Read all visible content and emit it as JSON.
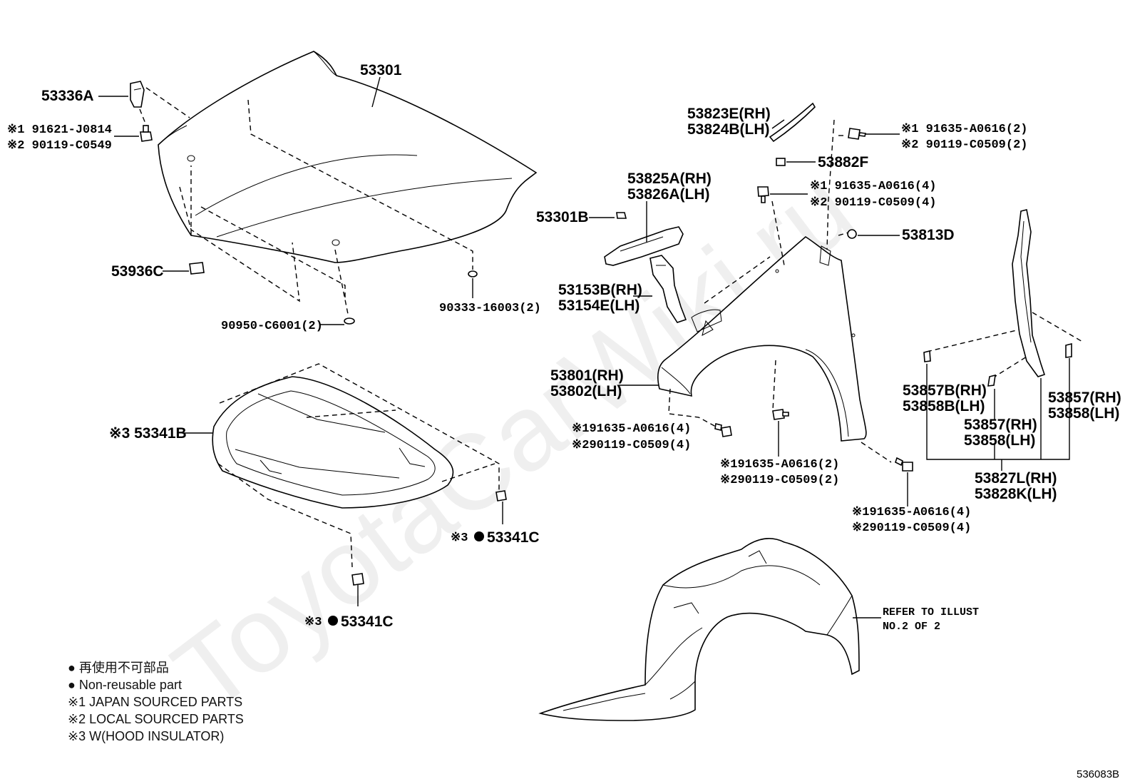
{
  "watermark": "ToyotaCarWiki.ru",
  "diagram_code": "536083B",
  "labels": {
    "hood": "53301",
    "hood_hinge": "53336A",
    "hinge_bolt_1": "※1 91621-J0814",
    "hinge_bolt_2": "※2 90119-C0549",
    "hood_cushion": "53936C",
    "plug_90333": "90333-16003(2)",
    "plug_90950": "90950-C6001(2)",
    "insulator": "※3 53341B",
    "insulator_clip_a_prefix": "※3",
    "insulator_clip_a": "53341C",
    "insulator_clip_b_prefix": "※3",
    "insulator_clip_b": "53341C",
    "seal_rh": "53823E(RH)",
    "seal_lh": "53824B(LH)",
    "bolt_top_1": "※1 91635-A0616(2)",
    "bolt_top_2": "※2 90119-C0509(2)",
    "nut_53882F": "53882F",
    "bolt_mid_1": "※1 91635-A0616(4)",
    "bolt_mid_2": "※2 90119-C0509(4)",
    "bracket_rh": "53825A(RH)",
    "bracket_lh": "53826A(LH)",
    "clip_53301B": "53301B",
    "clip_53813D": "53813D",
    "seal_53153_rh": "53153B(RH)",
    "seal_53154_lh": "53154E(LH)",
    "fender_rh": "53801(RH)",
    "fender_lh": "53802(LH)",
    "bolt_front_1": "※191635-A0616(4)",
    "bolt_front_2": "※290119-C0509(4)",
    "bolt_lower_1": "※191635-A0616(2)",
    "bolt_lower_2": "※290119-C0509(2)",
    "bolt_rear_1": "※191635-A0616(4)",
    "bolt_rear_2": "※290119-C0509(4)",
    "pad_b_rh": "53857B(RH)",
    "pad_b_lh": "53858B(LH)",
    "pad_mid_rh": "53857(RH)",
    "pad_mid_lh": "53858(LH)",
    "pad_right_rh": "53857(RH)",
    "pad_right_lh": "53858(LH)",
    "seal_set_rh": "53827L(RH)",
    "seal_set_lh": "53828K(LH)",
    "refer_line1": "REFER TO ILLUST",
    "refer_line2": "NO.2 OF 2"
  },
  "legend": [
    "● 再使用不可部品",
    "● Non-reusable part",
    "※1 JAPAN SOURCED PARTS",
    "※2 LOCAL SOURCED PARTS",
    "※3 W(HOOD INSULATOR)"
  ]
}
